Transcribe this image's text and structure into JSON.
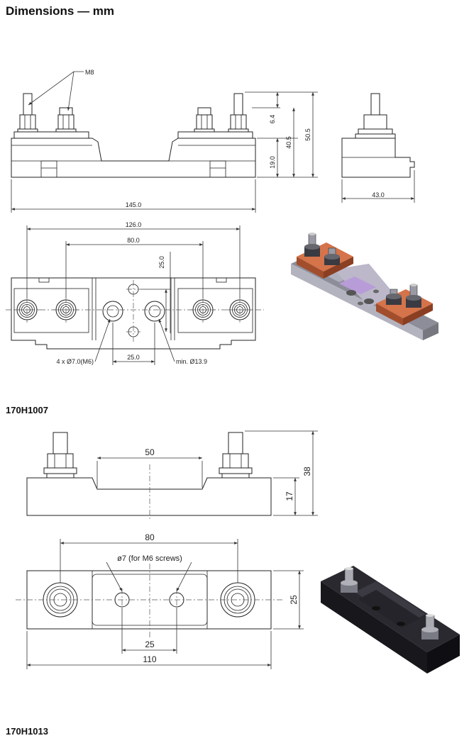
{
  "page": {
    "heading": "Dimensions — mm"
  },
  "top_drawing": {
    "thread_label": "M8",
    "dims": {
      "d_6_4": "6.4",
      "d_40_5": "40.5",
      "d_50_5": "50.5",
      "d_19_0": "19.0",
      "d_145": "145.0",
      "d_43": "43.0",
      "d_126": "126.0",
      "d_80": "80.0",
      "d_25_v": "25.0",
      "d_25_h": "25.0"
    },
    "holes_label": "4 x Ø7.0(M6)",
    "min_label": "min. Ø13.9"
  },
  "part_1": {
    "code": "170H1007",
    "dims": {
      "d_50": "50",
      "d_38": "38",
      "d_17": "17",
      "d_80": "80",
      "d_25_v": "25",
      "d_25_h": "25",
      "d_110": "110"
    },
    "screw_label": "ø7  (for M6 screws)"
  },
  "part_2": {
    "code": "170H1013"
  },
  "colors": {
    "copper": "#c8643c",
    "copper_dark": "#8a3f22",
    "steel": "#c9c9d4",
    "purple": "#b79cd8",
    "black_body": "#1c1b1f"
  }
}
